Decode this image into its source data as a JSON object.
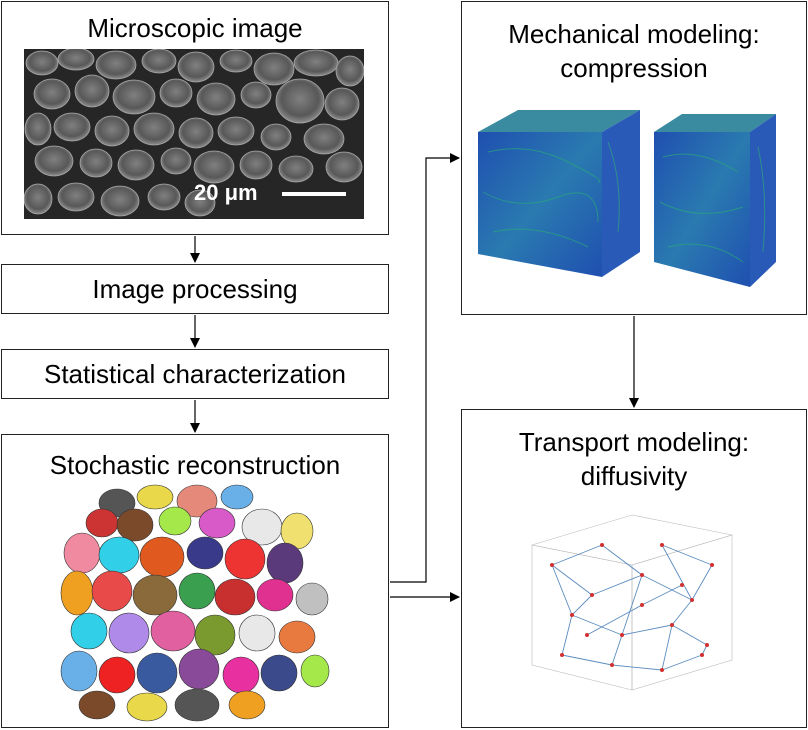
{
  "microscopic": {
    "title": "Microscopic image",
    "scale_bar_label": "20 μm"
  },
  "steps": {
    "image_processing": "Image processing",
    "statistical_characterization": "Statistical characterization",
    "stochastic_reconstruction": "Stochastic reconstruction"
  },
  "mechanical": {
    "title_line1": "Mechanical modeling:",
    "title_line2": "compression"
  },
  "transport": {
    "title_line1": "Transport modeling:",
    "title_line2": "diffusivity"
  },
  "colors": {
    "border": "#222222",
    "arrow": "#000000",
    "sem_background": "#2a2a2a",
    "mesh_blue": "#1f4fb0",
    "mesh_green": "#2aa87a",
    "network_edge": "#4a7fb8",
    "network_node": "#d23030"
  }
}
